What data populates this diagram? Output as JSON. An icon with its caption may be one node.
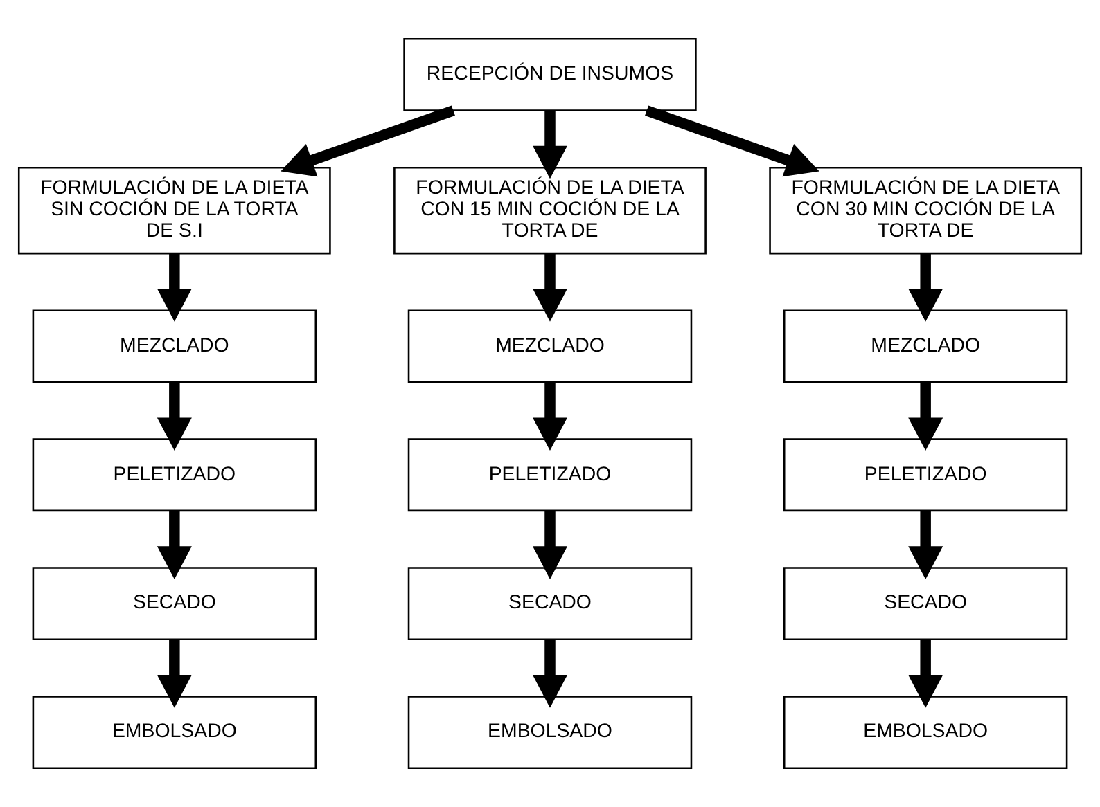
{
  "diagram": {
    "nodes": [
      {
        "text": [
          "RECEPCIÓN DE INSUMOS"
        ]
      },
      {
        "text": [
          "FORMULACIÓN DE LA DIETA SIN COCIÓN DE LA TORTA DE S.I"
        ]
      },
      {
        "text": [
          "FORMULACIÓN DE LA DIETA CON 15 MIN COCIÓN DE LA TORTA DE"
        ]
      },
      {
        "text": [
          "FORMULACIÓN DE LA DIETA CON 30 MIN COCIÓN DE LA TORTA DE"
        ]
      },
      {
        "text": [
          "MEZCLADO"
        ]
      },
      {
        "text": [
          "MEZCLADO"
        ]
      },
      {
        "text": [
          "MEZCLADO"
        ]
      },
      {
        "text": [
          "PELETIZADO"
        ]
      },
      {
        "text": [
          "PELETIZADO"
        ]
      },
      {
        "text": [
          "PELETIZADO"
        ]
      },
      {
        "text": [
          "SECADO"
        ]
      },
      {
        "text": [
          "SECADO"
        ]
      },
      {
        "text": [
          "SECADO"
        ]
      },
      {
        "text": [
          "EMBOLSADO"
        ]
      },
      {
        "text": [
          "EMBOLSADO"
        ]
      },
      {
        "text": [
          "EMBOLSADO"
        ]
      }
    ],
    "edges": [
      {
        "from": 0,
        "to": 1,
        "arrow": "to"
      },
      {
        "from": 0,
        "to": 2,
        "arrow": "to"
      },
      {
        "from": 0,
        "to": 3,
        "arrow": "to"
      },
      {
        "from": 1,
        "to": 4,
        "arrow": "to"
      },
      {
        "from": 2,
        "to": 5,
        "arrow": "to"
      },
      {
        "from": 3,
        "to": 6,
        "arrow": "to"
      },
      {
        "from": 4,
        "to": 7,
        "arrow": "to"
      },
      {
        "from": 5,
        "to": 8,
        "arrow": "to"
      },
      {
        "from": 6,
        "to": 9,
        "arrow": "to"
      },
      {
        "from": 7,
        "to": 10,
        "arrow": "to"
      },
      {
        "from": 8,
        "to": 11,
        "arrow": "to"
      },
      {
        "from": 9,
        "to": 12,
        "arrow": "to"
      },
      {
        "from": 10,
        "to": 13,
        "arrow": "to"
      },
      {
        "from": 11,
        "to": 14,
        "arrow": "to"
      },
      {
        "from": 12,
        "to": 15,
        "arrow": "to"
      }
    ]
  }
}
